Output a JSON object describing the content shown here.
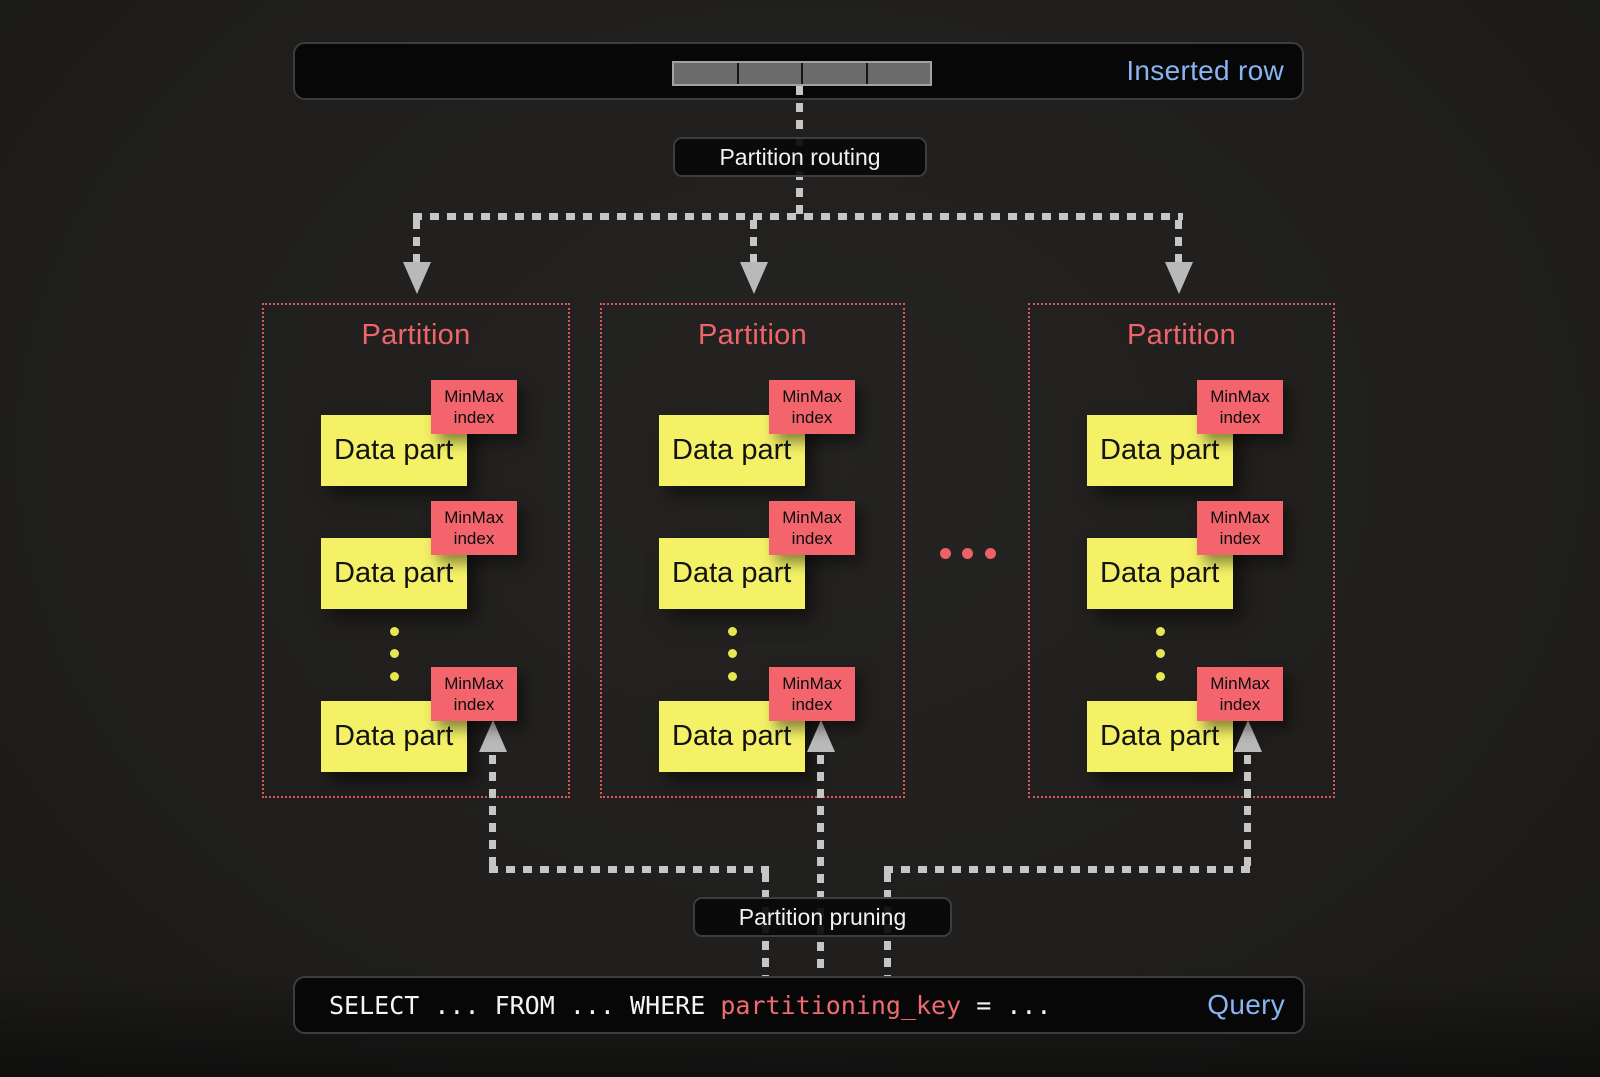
{
  "colors": {
    "background": "#201f1d",
    "panel": "#070707",
    "panel_border": "#3d3d3d",
    "blue_accent": "#8ab3f3",
    "salmon_accent": "#ee646b",
    "yellow_accent": "#f4f167",
    "gray_line": "#c6c6c6",
    "bar_fill": "#6b6b6b"
  },
  "inserted_row": {
    "label": "Inserted row",
    "segment_count": 4
  },
  "flow_labels": {
    "routing": "Partition routing",
    "pruning": "Partition pruning"
  },
  "labels": {
    "data_part": "Data part",
    "minmax_line1": "MinMax",
    "minmax_line2": "index"
  },
  "partitions": [
    {
      "title": "Partition"
    },
    {
      "title": "Partition"
    },
    {
      "title": "Partition"
    }
  ],
  "ellipsis": "between partition 2 and partition 3",
  "query": {
    "prefix": "SELECT ... FROM ... WHERE ",
    "highlight": "partitioning_key",
    "suffix": " = ...",
    "label": "Query"
  }
}
